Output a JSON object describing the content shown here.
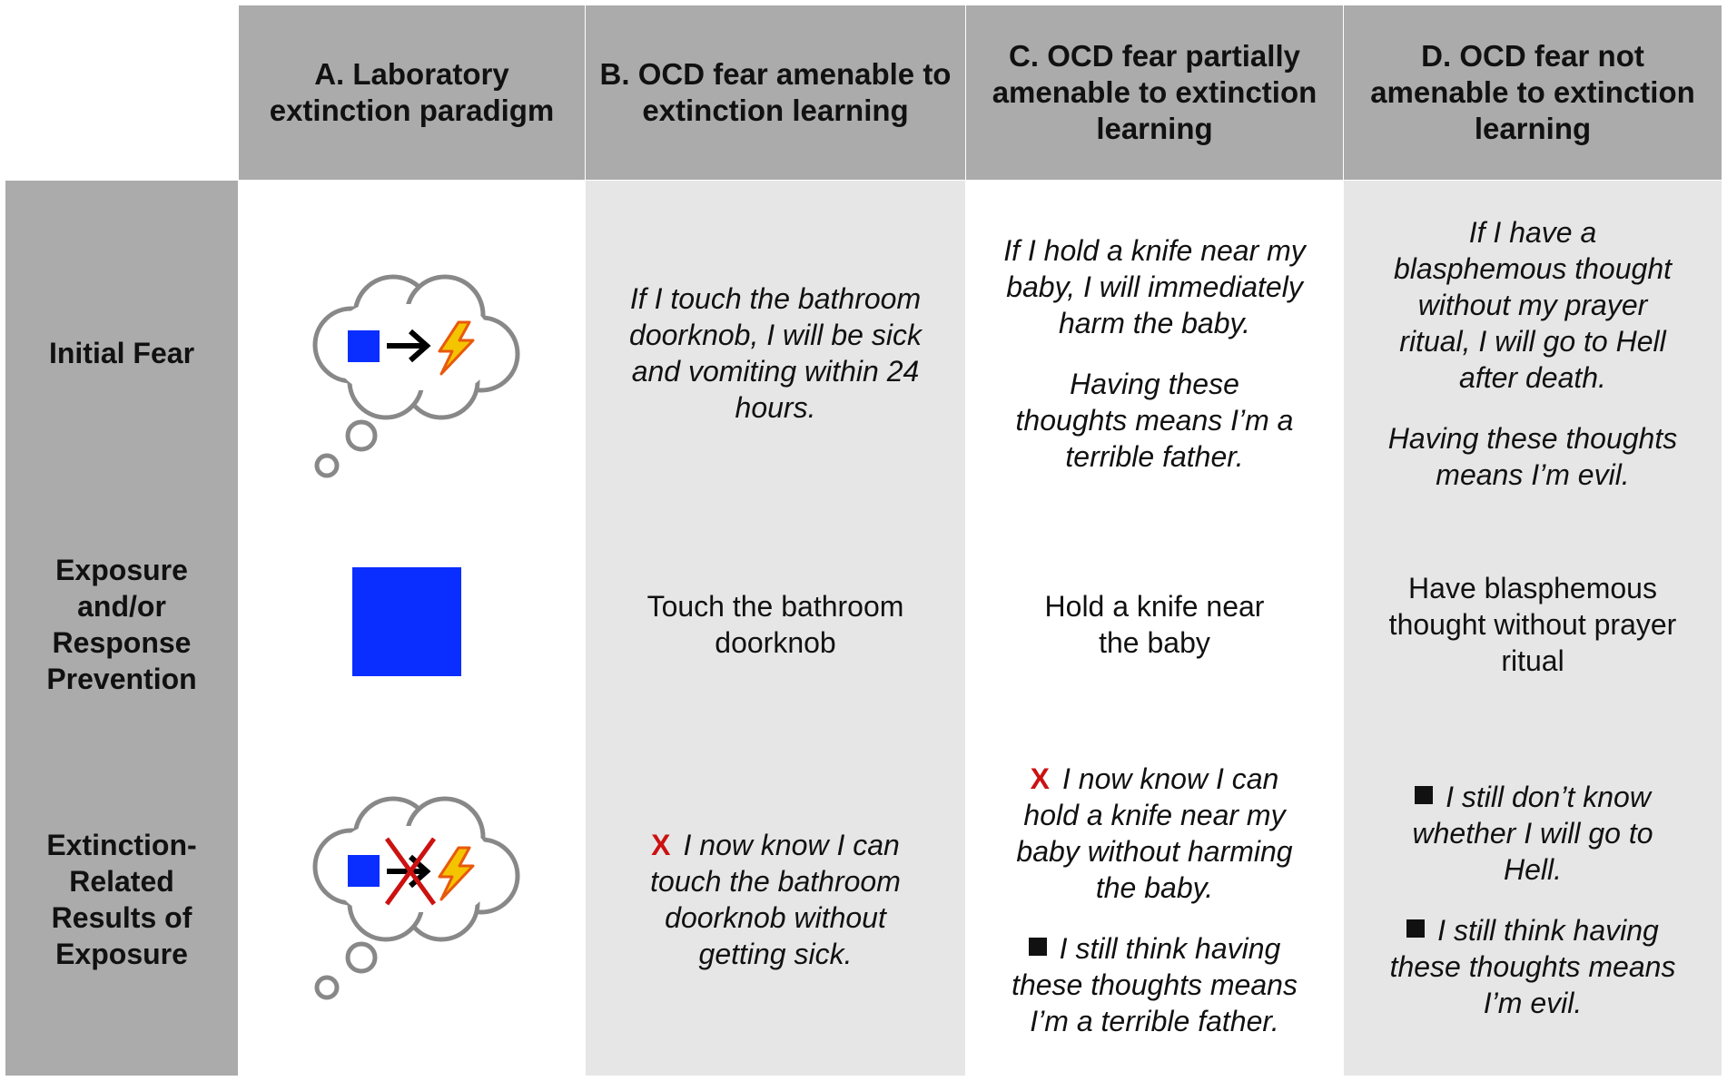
{
  "columns": [
    "A. Laboratory extinction paradigm",
    "B. OCD fear amenable to extinction learning",
    "C. OCD fear partially amenable to extinction learning",
    "D. OCD fear not amenable to extinction learning"
  ],
  "rows": [
    "Initial Fear",
    "Exposure and/or Response Prevention",
    "Extinction-Related Results of Exposure"
  ],
  "initial_fear": {
    "b": "If I touch the bathroom doorknob, I will be sick and vomiting within 24 hours.",
    "c1": "If I hold a knife near my baby, I will immediately harm the baby.",
    "c2": "Having these thoughts means I’m a terrible father.",
    "d1": "If I have a blasphemous thought without my prayer ritual, I will go to Hell after death.",
    "d2": "Having these thoughts means I’m evil."
  },
  "exposure": {
    "b": "Touch the bathroom doorknob",
    "c": "Hold a knife near the baby",
    "d": "Have blasphemous thought without prayer ritual"
  },
  "results": {
    "x_marker": "X",
    "b": "I now know I can touch the bathroom doorknob without getting sick.",
    "c1": "I now know I can hold a knife near my baby without harming the baby.",
    "c2": "I still think having these thoughts means I’m a terrible father.",
    "d1": "I still don’t know whether I will go to Hell.",
    "d2": "I still think having these thoughts means I’m evil."
  },
  "icons": {
    "cs_square": "blue-square",
    "us_shock": "lightning-bolt-icon",
    "thought": "thought-cloud-icon",
    "cross": "red-x-icon",
    "square_bullet": "black-square-bullet"
  },
  "colors": {
    "header_gray": "#ababab",
    "light_gray": "#e6e6e6",
    "cs_blue": "#0a2eff",
    "x_red": "#cc1111",
    "bolt_yellow": "#f5c400",
    "bolt_orange": "#e8590c",
    "cloud_stroke": "#888888"
  }
}
